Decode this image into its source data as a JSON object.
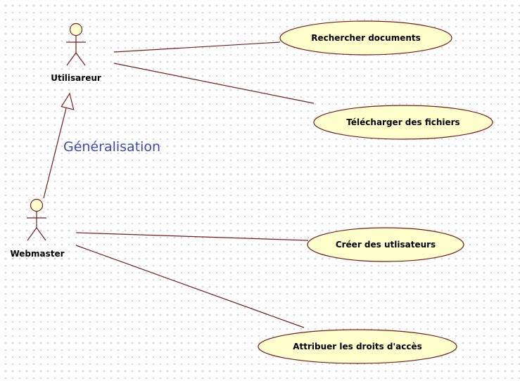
{
  "actors": {
    "utilisateur": "Utilisareur",
    "webmaster": "Webmaster"
  },
  "use_cases": {
    "rechercher": "Rechercher documents",
    "telecharger": "Télécharger des fichiers",
    "creer": "Créer des utlisateurs",
    "attribuer": "Attribuer les droits d'accès"
  },
  "relations": {
    "generalisation": "Généralisation"
  },
  "colors": {
    "line": "#7a1a1a",
    "actor_fill": "#ffffcc",
    "usecase_fill": "#ffffcc",
    "note_text": "#3a4bb5"
  }
}
